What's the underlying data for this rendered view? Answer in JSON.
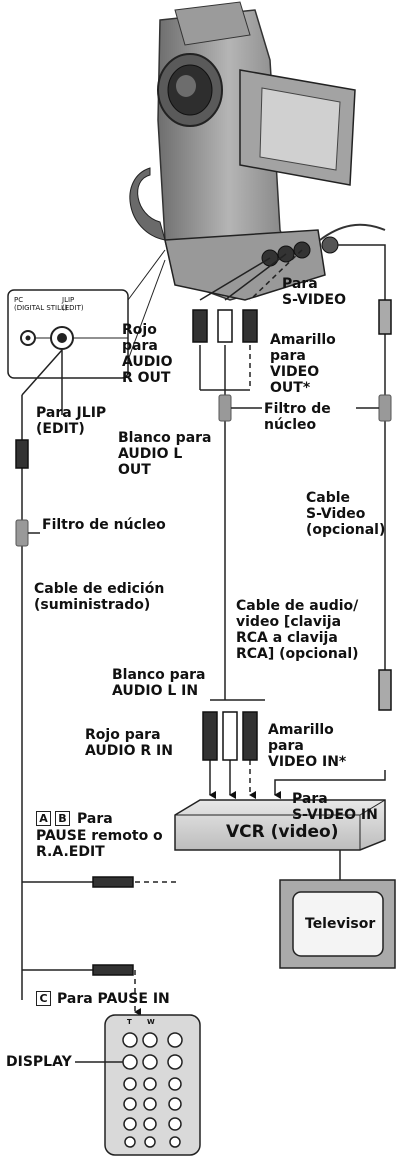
{
  "camera": {
    "jack_panel": {
      "pc_label": "PC",
      "digital_still_label": "(DIGITAL STILL)",
      "jlip_label": "JLIP",
      "edit_label": "(EDIT)"
    }
  },
  "labels": {
    "rojo_audio_r_out": [
      "Rojo",
      "para",
      "AUDIO",
      "R OUT"
    ],
    "amarillo_video_out": [
      "Amarillo",
      "para",
      "VIDEO",
      "OUT*"
    ],
    "blanco_audio_l_out": [
      "Blanco para",
      "AUDIO L",
      "OUT"
    ],
    "para_s_video": [
      "Para",
      "S-VIDEO"
    ],
    "filtro_de_nucleo_right": [
      "Filtro de",
      "núcleo"
    ],
    "para_jlip": [
      "Para JLIP",
      "(EDIT)"
    ],
    "filtro_de_nucleo_left": "Filtro de núcleo",
    "cable_s_video": [
      "Cable",
      "S-Video",
      "(opcional)"
    ],
    "cable_de_edicion": [
      "Cable de edición",
      "(suministrado)"
    ],
    "cable_audio_video": [
      "Cable de audio/",
      "video [clavija",
      "RCA a clavija",
      "RCA] (opcional)"
    ],
    "blanco_audio_l_in": [
      "Blanco para",
      "AUDIO L IN"
    ],
    "rojo_audio_r_in": [
      "Rojo para",
      "AUDIO R IN"
    ],
    "amarillo_video_in": [
      "Amarillo",
      "para",
      "VIDEO IN*"
    ],
    "para_s_video_in": [
      "Para",
      "S-VIDEO IN"
    ],
    "pause_remoto": {
      "box_a": "A",
      "box_b": "B",
      "lines": [
        "Para",
        "PAUSE remoto o",
        "R.A.EDIT"
      ]
    },
    "pause_in": {
      "box_c": "C",
      "text": "Para PAUSE IN"
    },
    "vcr": "VCR (video)",
    "televisor": "Televisor",
    "display": "DISPLAY"
  },
  "remote": {
    "button_t": "T",
    "button_w": "W"
  },
  "colors": {
    "cable": "#222222",
    "filter": "#999999",
    "camera_body": "#8a8a8a",
    "camera_dark": "#3a3a3a",
    "vcr_fill": "#cccccc"
  }
}
